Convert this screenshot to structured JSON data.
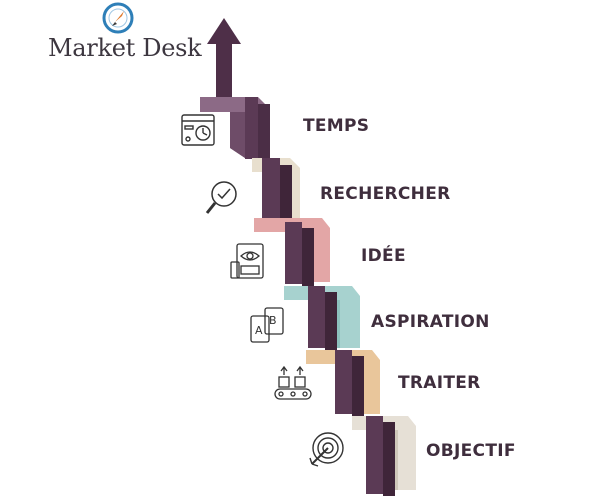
{
  "logo": {
    "text": "Market Desk",
    "icon": "rocket-compass-icon"
  },
  "colors": {
    "plum": "#5b3a55",
    "plum_dark": "#3b2236",
    "mauve": "#9c7596",
    "cream": "#e8dfce",
    "pink": "#e3a6a6",
    "teal": "#a7d2cf",
    "peach": "#e9c69b",
    "text": "#3f2e3d"
  },
  "steps": [
    {
      "label": "TEMPS",
      "icon": "screen-clock-icon"
    },
    {
      "label": "RECHERCHER",
      "icon": "magnifier-check-icon"
    },
    {
      "label": "IDÉE",
      "icon": "eye-device-icon"
    },
    {
      "label": "ASPIRATION",
      "icon": "ab-cards-icon"
    },
    {
      "label": "TRAITER",
      "icon": "conveyor-boxes-icon"
    },
    {
      "label": "OBJECTIF",
      "icon": "target-arrow-icon"
    }
  ]
}
